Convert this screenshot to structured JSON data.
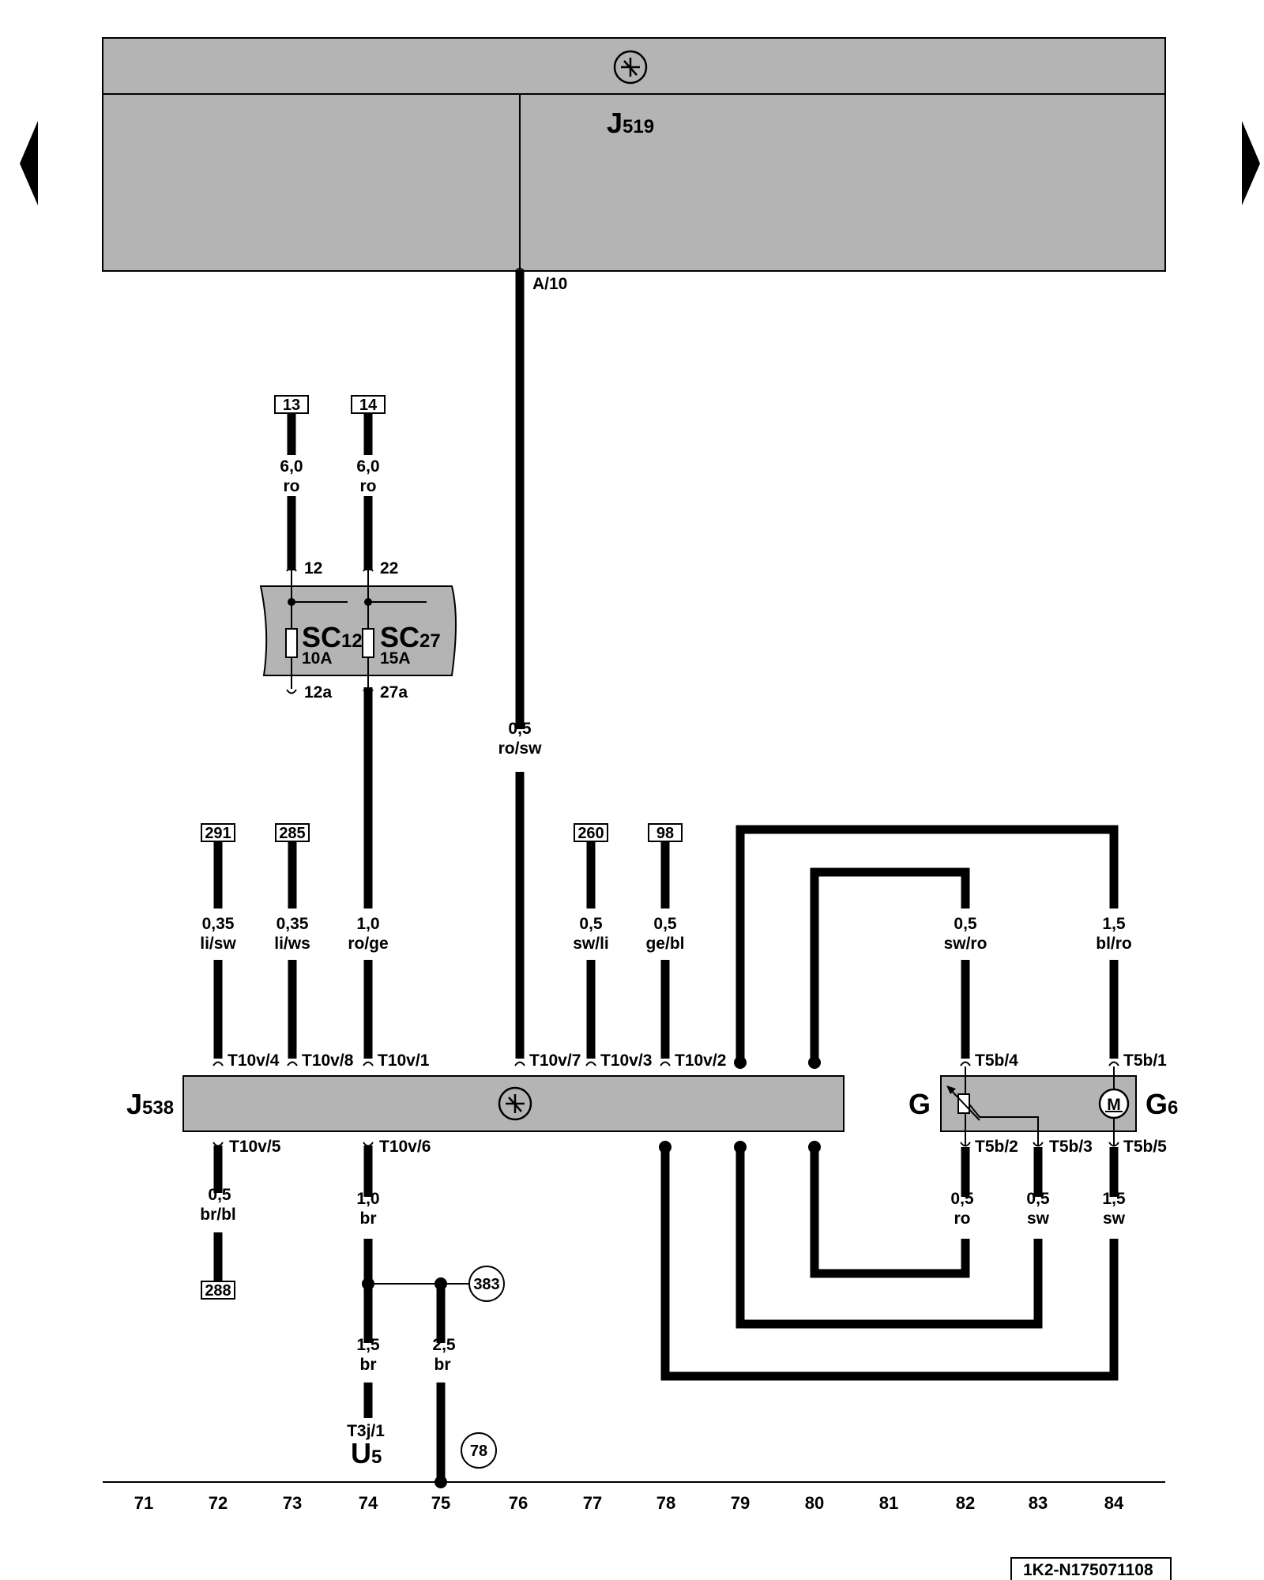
{
  "diagram": {
    "modules": {
      "top_module": {
        "name": "J",
        "sub": "519",
        "pin": "A/10"
      },
      "main_module": {
        "name": "J",
        "sub": "538"
      },
      "fuse_box": {
        "fuses": [
          {
            "name": "SC",
            "sub": "12",
            "rating": "10A",
            "pin_in": "12",
            "pin_out": "12a"
          },
          {
            "name": "SC",
            "sub": "27",
            "rating": "15A",
            "pin_in": "22",
            "pin_out": "27a"
          }
        ]
      },
      "pump_unit": {
        "left_name": "G",
        "right_name": "G",
        "right_sub": "6",
        "motor_symbol": "M"
      },
      "ground": {
        "name": "U",
        "sub": "5",
        "pin": "T3j/1"
      }
    },
    "refs_box": [
      "13",
      "14",
      "291",
      "285",
      "260",
      "98",
      "288"
    ],
    "refs_circle": [
      "383",
      "78"
    ],
    "wires": [
      {
        "gauge": "6,0",
        "color": "ro"
      },
      {
        "gauge": "6,0",
        "color": "ro"
      },
      {
        "gauge": "0,5",
        "color": "ro/sw"
      },
      {
        "gauge": "0,35",
        "color": "li/sw"
      },
      {
        "gauge": "0,35",
        "color": "li/ws"
      },
      {
        "gauge": "1,0",
        "color": "ro/ge"
      },
      {
        "gauge": "0,5",
        "color": "sw/li"
      },
      {
        "gauge": "0,5",
        "color": "ge/bl"
      },
      {
        "gauge": "0,5",
        "color": "sw/ro"
      },
      {
        "gauge": "1,5",
        "color": "bl/ro"
      },
      {
        "gauge": "0,5",
        "color": "br/bl"
      },
      {
        "gauge": "1,0",
        "color": "br"
      },
      {
        "gauge": "1,5",
        "color": "br"
      },
      {
        "gauge": "2,5",
        "color": "br"
      },
      {
        "gauge": "0,5",
        "color": "ro"
      },
      {
        "gauge": "0,5",
        "color": "sw"
      },
      {
        "gauge": "1,5",
        "color": "sw"
      }
    ],
    "pins": [
      "T10v/4",
      "T10v/8",
      "T10v/1",
      "T10v/7",
      "T10v/3",
      "T10v/2",
      "T10v/5",
      "T10v/6",
      "T5b/4",
      "T5b/1",
      "T5b/2",
      "T5b/3",
      "T5b/5"
    ],
    "scale": [
      "71",
      "72",
      "73",
      "74",
      "75",
      "76",
      "77",
      "78",
      "79",
      "80",
      "81",
      "82",
      "83",
      "84"
    ],
    "footer_code": "1K2-N175071108"
  },
  "icons": {
    "nav_prev": "triangle-left-icon",
    "nav_next": "triangle-right-icon",
    "module_symbol": "transistor-symbol-icon"
  }
}
